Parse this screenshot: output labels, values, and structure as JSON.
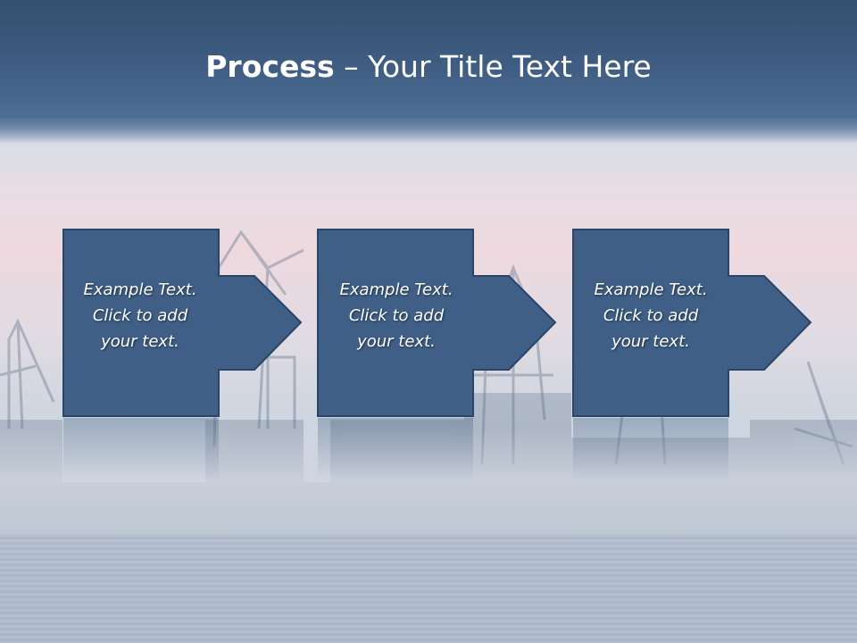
{
  "slide": {
    "title_bold": "Process",
    "title_rest": " – Your Title Text Here"
  },
  "steps": [
    {
      "line1": "Example Text.",
      "line2": "Click  to add",
      "line3": "your text."
    },
    {
      "line1": "Example Text.",
      "line2": "Click  to add",
      "line3": "your text."
    },
    {
      "line1": "Example Text.",
      "line2": "Click  to add",
      "line3": "your text."
    }
  ],
  "colors": {
    "shape_fill": "#3f5f86",
    "shape_stroke": "#2a4566",
    "title_band": "#3f5d82",
    "text": "#ffffff"
  },
  "icons": {
    "step_arrow": "right-arrow-icon"
  }
}
